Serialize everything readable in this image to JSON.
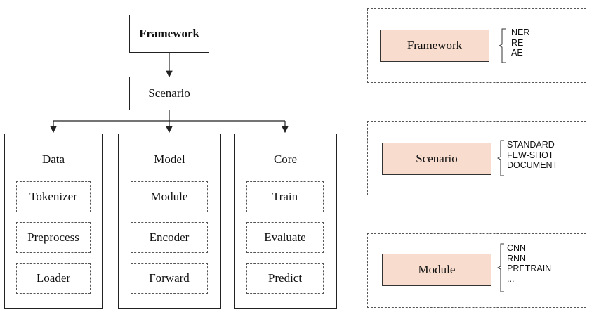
{
  "hierarchy": {
    "framework": "Framework",
    "scenario": "Scenario",
    "columns": [
      {
        "title": "Data",
        "items": [
          "Tokenizer",
          "Preprocess",
          "Loader"
        ]
      },
      {
        "title": "Model",
        "items": [
          "Module",
          "Encoder",
          "Forward"
        ]
      },
      {
        "title": "Core",
        "items": [
          "Train",
          "Evaluate",
          "Predict"
        ]
      }
    ]
  },
  "legend": [
    {
      "label": "Framework",
      "options": [
        "NER",
        "RE",
        "AE"
      ]
    },
    {
      "label": "Scenario",
      "options": [
        "STANDARD",
        "FEW-SHOT",
        "DOCUMENT"
      ]
    },
    {
      "label": "Module",
      "options": [
        "CNN",
        "RNN",
        "PRETRAIN",
        "..."
      ]
    }
  ],
  "colors": {
    "highlight_fill": "#f8dccd",
    "line": "#222222"
  }
}
